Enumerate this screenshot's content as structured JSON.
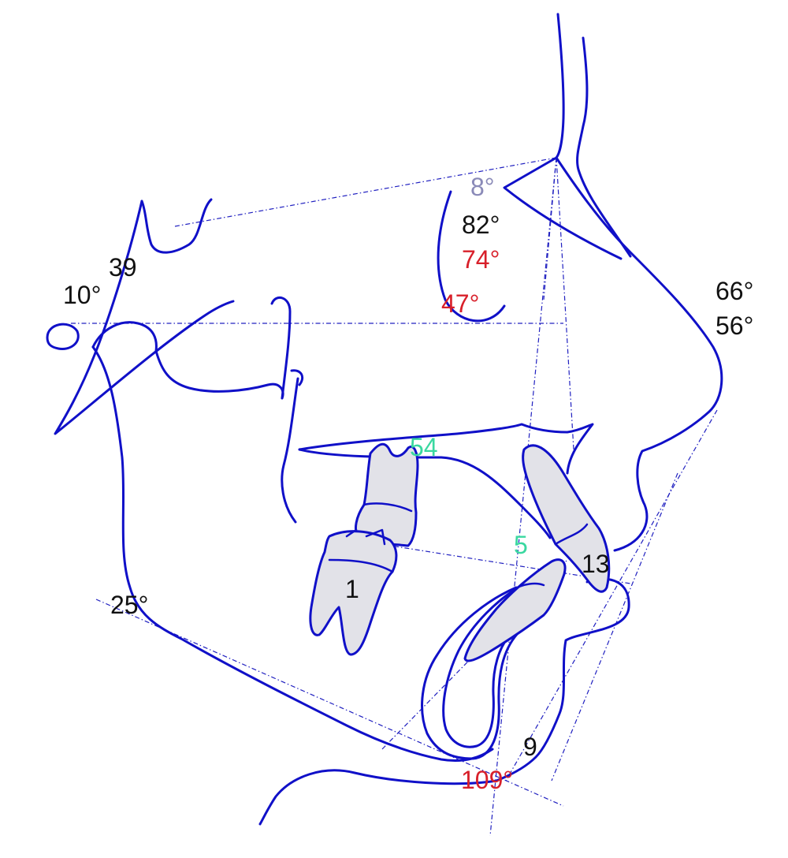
{
  "colors": {
    "outline": "#1010c8",
    "tooth_fill": "#e2e2e8",
    "black": "#111111",
    "red": "#d8202a",
    "green": "#3ad8a0",
    "gray": "#8a8ab8"
  },
  "labels": {
    "sn_plane_angle": "8°",
    "sna": "82°",
    "snb": "74°",
    "saddle": "47°",
    "nasal_upper": "66°",
    "nasal_lower": "56°",
    "ramus_value": "39",
    "ramus_angle": "10°",
    "gonial": "25°",
    "molar": "54",
    "incisor_green": "5",
    "upper_incisor": "13",
    "molar_lower": "1",
    "chin": "9",
    "chin_angle": "109°"
  }
}
